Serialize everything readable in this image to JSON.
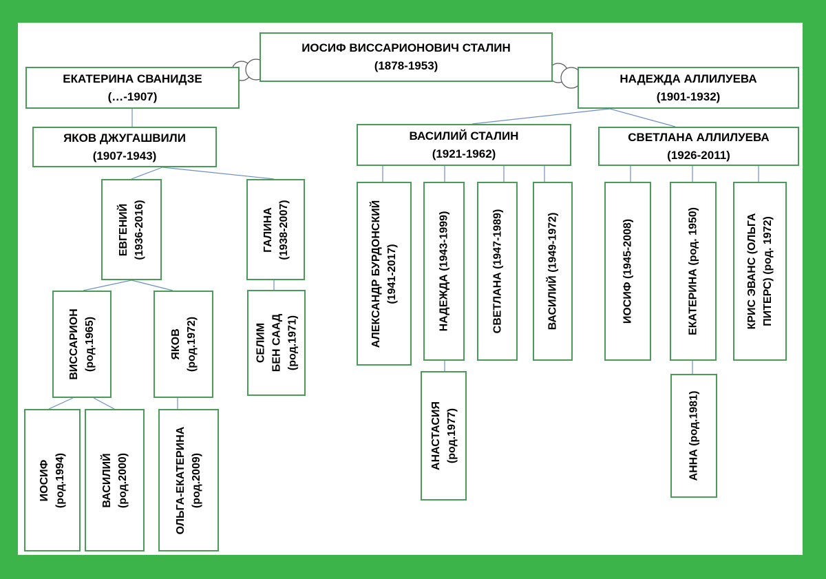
{
  "colors": {
    "frame": "#3cb449",
    "box_border": "#4a9a58",
    "connector": "#6b8fc2"
  },
  "people": {
    "stalin": {
      "name": "ИОСИФ ВИССАРИОНОВИЧ СТАЛИН",
      "dates": "(1878-1953)"
    },
    "svanidze": {
      "name": "ЕКАТЕРИНА СВАНИДЗЕ",
      "dates": "(…-1907)"
    },
    "alliluyeva": {
      "name": "НАДЕЖДА АЛЛИЛУЕВА",
      "dates": "(1901-1932)"
    },
    "yakov": {
      "name": "ЯКОВ ДЖУГАШВИЛИ",
      "dates": "(1907-1943)"
    },
    "vasily": {
      "name": "ВАСИЛИЙ СТАЛИН",
      "dates": "(1921-1962)"
    },
    "svetlana": {
      "name": "СВЕТЛАНА АЛЛИЛУЕВА",
      "dates": "(1926-2011)"
    },
    "evgeny": {
      "name": "ЕВГЕНИЙ",
      "dates": "(1936-2016)"
    },
    "galina": {
      "name": "ГАЛИНА",
      "dates": "(1938-2007)"
    },
    "vissarion": {
      "name": "ВИССАРИОН",
      "dates": "(род.1965)"
    },
    "yakov_jr": {
      "name": "ЯКОВ",
      "dates": "(род.1972)"
    },
    "selim": {
      "name": "СЕЛИМ",
      "name2": "БЕН СААД",
      "dates": "(род.1971)"
    },
    "iosif_g": {
      "name": "ИОСИФ",
      "dates": "(род.1994)"
    },
    "vasily_g": {
      "name": "ВАСИЛИЙ",
      "dates": "(род.2000)"
    },
    "olga_ekaterina": {
      "name": "ОЛЬГА-ЕКАТЕРИНА",
      "dates": "(род.2009)"
    },
    "burdonsky": {
      "name": "АЛЕКСАНДР БУРДОНСКИЙ",
      "dates": "(1941-2017)"
    },
    "nadezhda": {
      "name": "НАДЕЖДА (1943-1999)"
    },
    "svetlana_v": {
      "name": "СВЕТЛАНА (1947-1989)"
    },
    "vasily_v": {
      "name": "ВАСИЛИЙ (1949-1972)"
    },
    "anastasia": {
      "name": "АНАСТАСИЯ",
      "dates": "(род.1977)"
    },
    "iosif_s": {
      "name": "ИОСИФ (1945-2008)"
    },
    "ekaterina_s": {
      "name": "ЕКАТЕРИНА (род. 1950)"
    },
    "chris": {
      "name": "КРИС ЭВАНС (ОЛЬГА",
      "name2": "ПИТЕРС) (род. 1972)"
    },
    "anna": {
      "name": "АННА (род.1981)"
    }
  }
}
